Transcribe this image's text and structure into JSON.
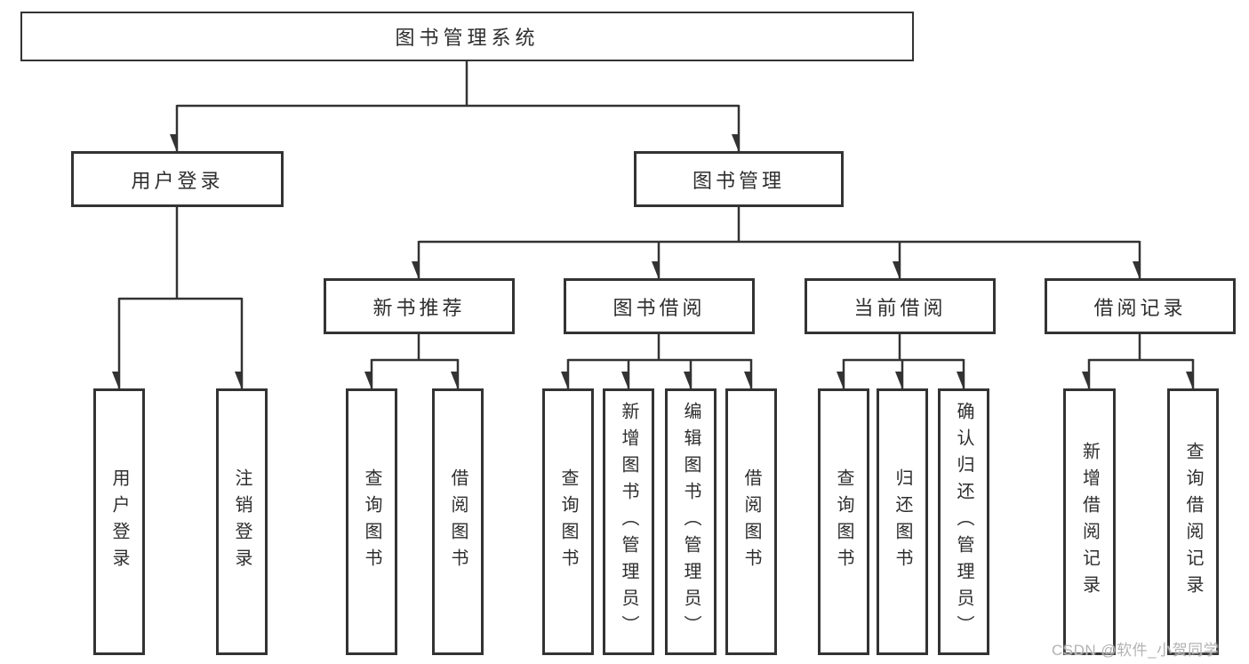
{
  "diagram": {
    "title": "图书管理系统",
    "colors": {
      "line": "#333333",
      "border": "#333333",
      "text": "#2e2e2e",
      "watermark": "#b3b3b3",
      "background": "#ffffff"
    },
    "root": {
      "label": "图书管理系统"
    },
    "level2": [
      {
        "label": "用户登录"
      },
      {
        "label": "图书管理"
      }
    ],
    "level3": [
      {
        "label": "新书推荐"
      },
      {
        "label": "图书借阅"
      },
      {
        "label": "当前借阅"
      },
      {
        "label": "借阅记录"
      }
    ],
    "leaves": [
      {
        "label": "用户登录",
        "parent": "用户登录"
      },
      {
        "label": "注销登录",
        "parent": "用户登录"
      },
      {
        "label": "查询图书",
        "parent": "新书推荐"
      },
      {
        "label": "借阅图书",
        "parent": "新书推荐"
      },
      {
        "label": "查询图书",
        "parent": "图书借阅"
      },
      {
        "label": "新增图书（管理员）",
        "parent": "图书借阅"
      },
      {
        "label": "编辑图书（管理员）",
        "parent": "图书借阅"
      },
      {
        "label": "借阅图书",
        "parent": "图书借阅"
      },
      {
        "label": "查询图书",
        "parent": "当前借阅"
      },
      {
        "label": "归还图书",
        "parent": "当前借阅"
      },
      {
        "label": "确认归还（管理员）",
        "parent": "当前借阅"
      },
      {
        "label": "新增借阅记录",
        "parent": "借阅记录"
      },
      {
        "label": "查询借阅记录",
        "parent": "借阅记录"
      }
    ],
    "watermark": "CSDN @软件_小贺同学"
  }
}
